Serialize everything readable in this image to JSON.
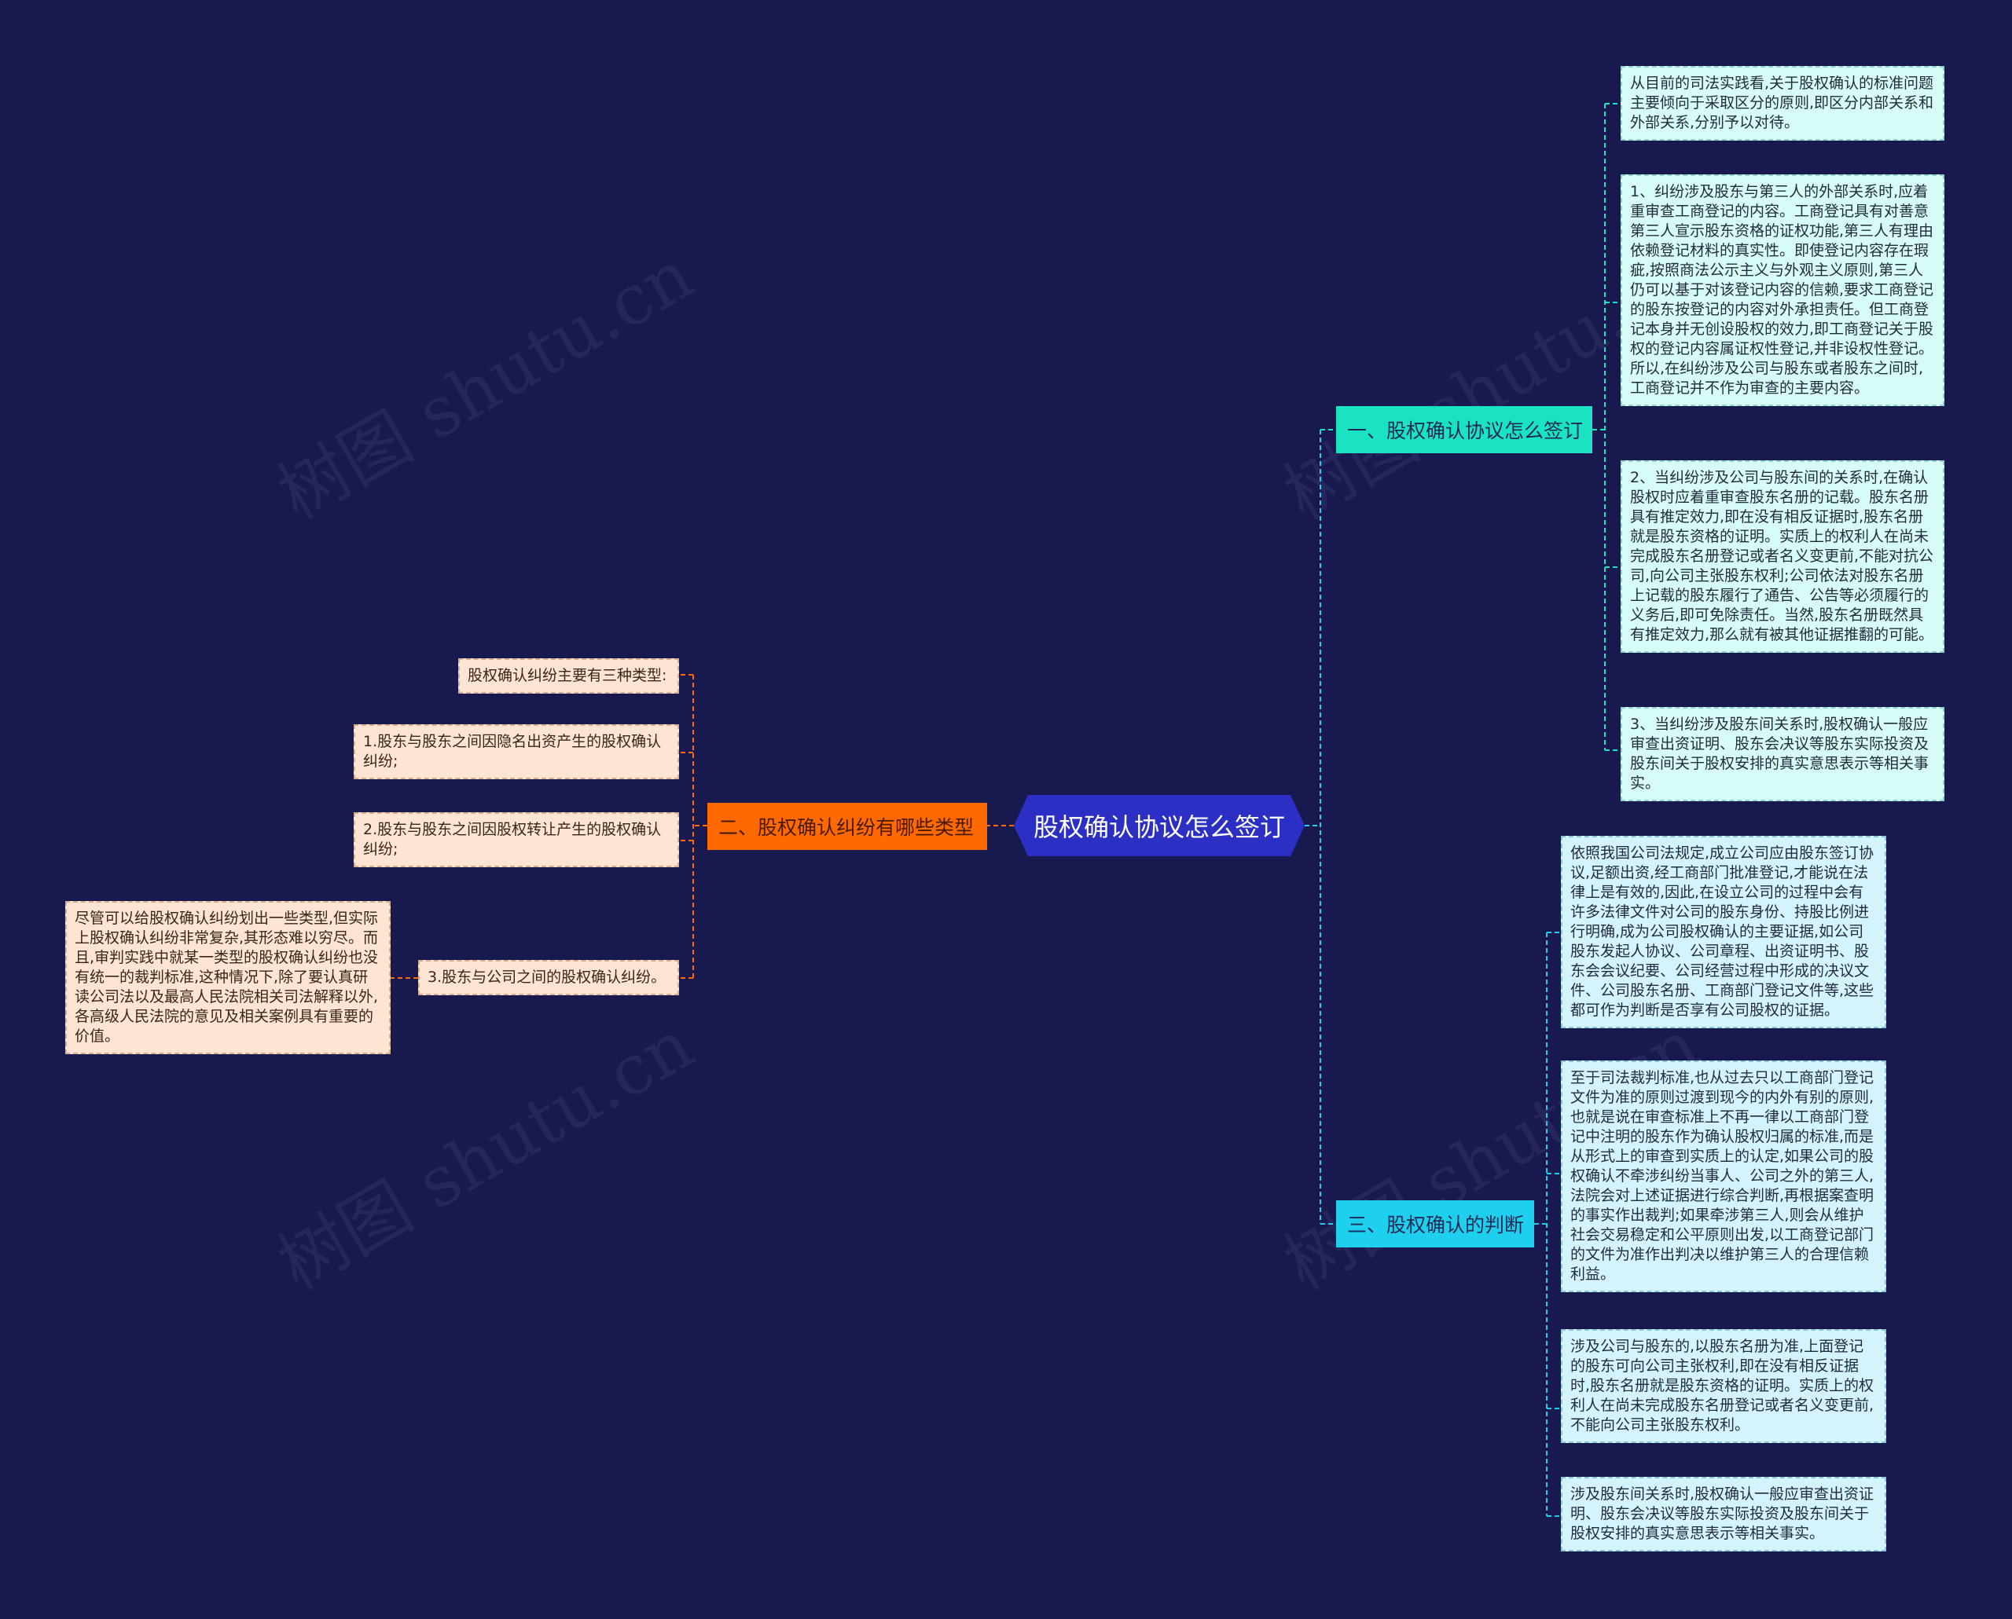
{
  "root": {
    "label": "股权确认协议怎么签订"
  },
  "watermark": "树图 shutu.cn",
  "colors": {
    "background": "#18194f",
    "root": "#2b2fc4",
    "branch1": "#19e3c0",
    "branch2": "#ff6a00",
    "branch3": "#1ed0ee"
  },
  "branch1": {
    "label": "一、股权确认协议怎么签订",
    "items": [
      "从目前的司法实践看,关于股权确认的标准问题主要倾向于采取区分的原则,即区分内部关系和外部关系,分别予以对待。",
      "1、纠纷涉及股东与第三人的外部关系时,应着重审查工商登记的内容。工商登记具有对善意第三人宣示股东资格的证权功能,第三人有理由依赖登记材料的真实性。即使登记内容存在瑕疵,按照商法公示主义与外观主义原则,第三人仍可以基于对该登记内容的信赖,要求工商登记的股东按登记的内容对外承担责任。但工商登记本身并无创设股权的效力,即工商登记关于股权的登记内容属证权性登记,并非设权性登记。所以,在纠纷涉及公司与股东或者股东之间时,工商登记并不作为审查的主要内容。",
      "2、当纠纷涉及公司与股东间的关系时,在确认股权时应着重审查股东名册的记载。股东名册具有推定效力,即在没有相反证据时,股东名册就是股东资格的证明。实质上的权利人在尚未完成股东名册登记或者名义变更前,不能对抗公司,向公司主张股东权利;公司依法对股东名册上记载的股东履行了通告、公告等必须履行的义务后,即可免除责任。当然,股东名册既然具有推定效力,那么就有被其他证据推翻的可能。",
      "3、当纠纷涉及股东间关系时,股权确认一般应审查出资证明、股东会决议等股东实际投资及股东间关于股权安排的真实意思表示等相关事实。"
    ]
  },
  "branch2": {
    "label": "二、股权确认纠纷有哪些类型",
    "items": [
      "股权确认纠纷主要有三种类型:",
      "1.股东与股东之间因隐名出资产生的股权确认纠纷;",
      "2.股东与股东之间因股权转让产生的股权确认纠纷;",
      "3.股东与公司之间的股权确认纠纷。"
    ],
    "sub_note": "尽管可以给股权确认纠纷划出一些类型,但实际上股权确认纠纷非常复杂,其形态难以穷尽。而且,审判实践中就某一类型的股权确认纠纷也没有统一的裁判标准,这种情况下,除了要认真研读公司法以及最高人民法院相关司法解释以外,各高级人民法院的意见及相关案例具有重要的价值。"
  },
  "branch3": {
    "label": "三、股权确认的判断",
    "items": [
      "依照我国公司法规定,成立公司应由股东签订协议,足额出资,经工商部门批准登记,才能说在法律上是有效的,因此,在设立公司的过程中会有许多法律文件对公司的股东身份、持股比例进行明确,成为公司股权确认的主要证据,如公司股东发起人协议、公司章程、出资证明书、股东会会议纪要、公司经营过程中形成的决议文件、公司股东名册、工商部门登记文件等,这些都可作为判断是否享有公司股权的证据。",
      "至于司法裁判标准,也从过去只以工商部门登记文件为准的原则过渡到现今的内外有别的原则,也就是说在审查标准上不再一律以工商部门登记中注明的股东作为确认股权归属的标准,而是从形式上的审查到实质上的认定,如果公司的股权确认不牵涉纠纷当事人、公司之外的第三人,法院会对上述证据进行综合判断,再根据案查明的事实作出裁判;如果牵涉第三人,则会从维护社会交易稳定和公平原则出发,以工商登记部门的文件为准作出判决以维护第三人的合理信赖利益。",
      "涉及公司与股东的,以股东名册为准,上面登记的股东可向公司主张权利,即在没有相反证据时,股东名册就是股东资格的证明。实质上的权利人在尚未完成股东名册登记或者名义变更前,不能向公司主张股东权利。",
      "涉及股东间关系时,股权确认一般应审查出资证明、股东会决议等股东实际投资及股东间关于股权安排的真实意思表示等相关事实。"
    ]
  }
}
